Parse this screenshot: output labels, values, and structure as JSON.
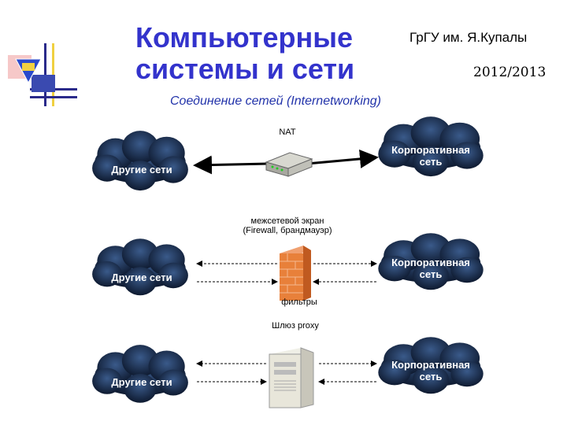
{
  "header": {
    "title_line1": "Компьютерные",
    "title_line2": "системы и сети",
    "university": "ГрГУ им. Я.Купалы",
    "year": "2012/2013",
    "subtitle": "Соединение сетей (Internetworking)"
  },
  "diagram": {
    "nat_label": "NAT",
    "firewall_label_line1": "межсетевой экран",
    "firewall_label_line2": "(Firewall, брандмауэр)",
    "filters_label": "фильтры",
    "proxy_label": "Шлюз proxy",
    "left_cloud_label": "Другие сети",
    "right_cloud_label_line1": "Корпоративная",
    "right_cloud_label_line2": "сеть"
  },
  "colors": {
    "title": "#3333cc",
    "cloud": "#1a2a4a",
    "firewall": "#e8803a"
  }
}
